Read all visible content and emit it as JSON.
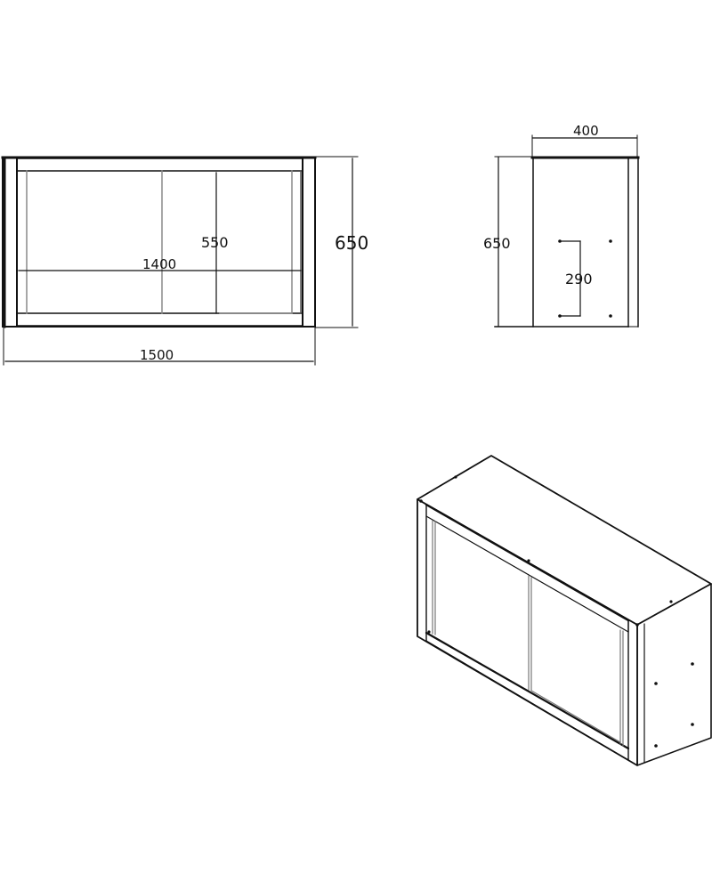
{
  "drawing": {
    "type": "technical drawing - wall cabinet with sliding doors",
    "line_color": "#111111",
    "secondary_line_color": "#8a8a8a",
    "background": "#ffffff"
  },
  "front_view": {
    "dimensions": {
      "overall_width": "1500",
      "overall_height": "650",
      "inner_width": "1400",
      "inner_height": "550"
    }
  },
  "side_view": {
    "dimensions": {
      "depth": "400",
      "height": "650",
      "hole_spacing": "290"
    }
  },
  "isometric_view": {
    "label": ""
  }
}
